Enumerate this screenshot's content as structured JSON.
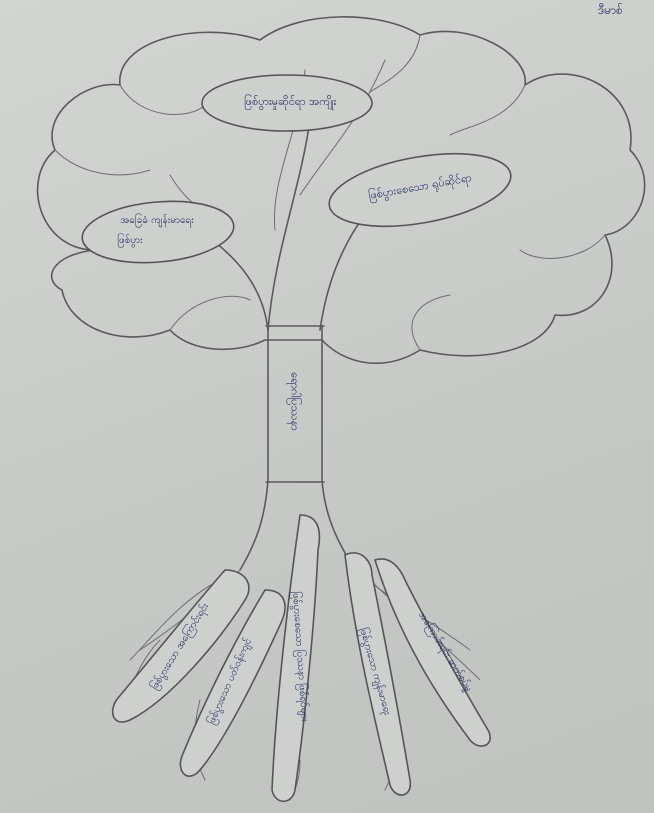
{
  "corner_note": "ဒီမာစ်",
  "crown_labels": {
    "top": "ဖြစ်ပွားမှုဆိုင်ရာ အကျိုး",
    "right": "ဖြစ်ပွားစေသော ရုပ်ဆိုင်ရာ",
    "left_line1": "အခြေခံ ကျန်းမာရေး",
    "left_line2": "ဖြစ်ပွား"
  },
  "trunk_label": "ရောဂါပြဿနာ",
  "root_labels": [
    "ဖြစ်ပွားသော အကြောင်းရင်း",
    "ဖြစ်ပွားသော ပတ်ဝန်းကျင်",
    "ဖြစ်ပွားစေသော ပြဿနာ ဖြစ်ရပ်များ",
    "ဖြစ်ပွားသော ကျန်းမာရေး",
    "အကြောင်းရင်း ဆက်စပ်မှု"
  ]
}
